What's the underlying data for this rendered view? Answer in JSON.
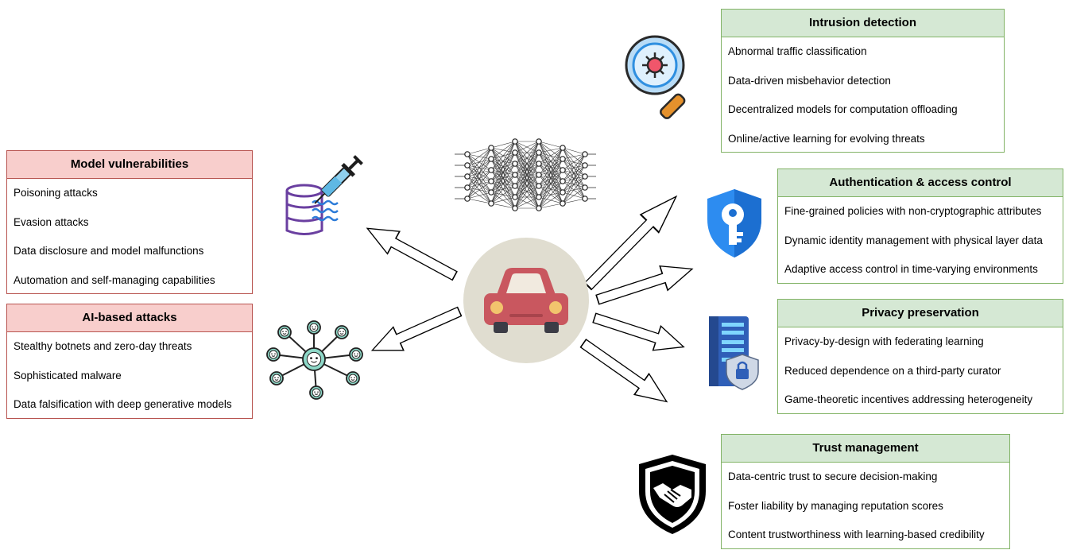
{
  "panels": {
    "model_vulnerabilities": {
      "title": "Model vulnerabilities",
      "items": [
        "Poisoning attacks",
        "Evasion attacks",
        "Data disclosure and model malfunctions",
        "Automation and self-managing capabilities"
      ]
    },
    "ai_attacks": {
      "title": "AI-based attacks",
      "items": [
        "Stealthy botnets and zero-day threats",
        "Sophisticated malware",
        "Data falsification with deep generative models"
      ]
    },
    "intrusion_detection": {
      "title": "Intrusion detection",
      "items": [
        "Abnormal traffic classification",
        "Data-driven misbehavior detection",
        "Decentralized models for computation offloading",
        "Online/active learning for evolving threats"
      ]
    },
    "authentication": {
      "title": "Authentication & access control",
      "items": [
        "Fine-grained policies with non-cryptographic attributes",
        "Dynamic identity management with physical layer data",
        "Adaptive access control in time-varying environments"
      ]
    },
    "privacy": {
      "title": "Privacy preservation",
      "items": [
        "Privacy-by-design with federating learning",
        "Reduced dependence on a third-party curator",
        "Game-theoretic incentives addressing heterogeneity"
      ]
    },
    "trust": {
      "title": "Trust management",
      "items": [
        "Data-centric trust to secure decision-making",
        "Foster liability by managing reputation scores",
        "Content trustworthiness with learning-based credibility"
      ]
    }
  },
  "colors": {
    "threat_border": "#b85450",
    "threat_fill": "#f8cecc",
    "defense_border": "#82b366",
    "defense_fill": "#d5e8d4",
    "car_body": "#c9575f",
    "car_circle": "#e0ddd0"
  },
  "icons": [
    "database-syringe-icon",
    "botnet-icon",
    "neural-network-icon",
    "car-icon",
    "magnifier-virus-icon",
    "shield-key-icon",
    "server-lock-icon",
    "handshake-shield-icon"
  ]
}
